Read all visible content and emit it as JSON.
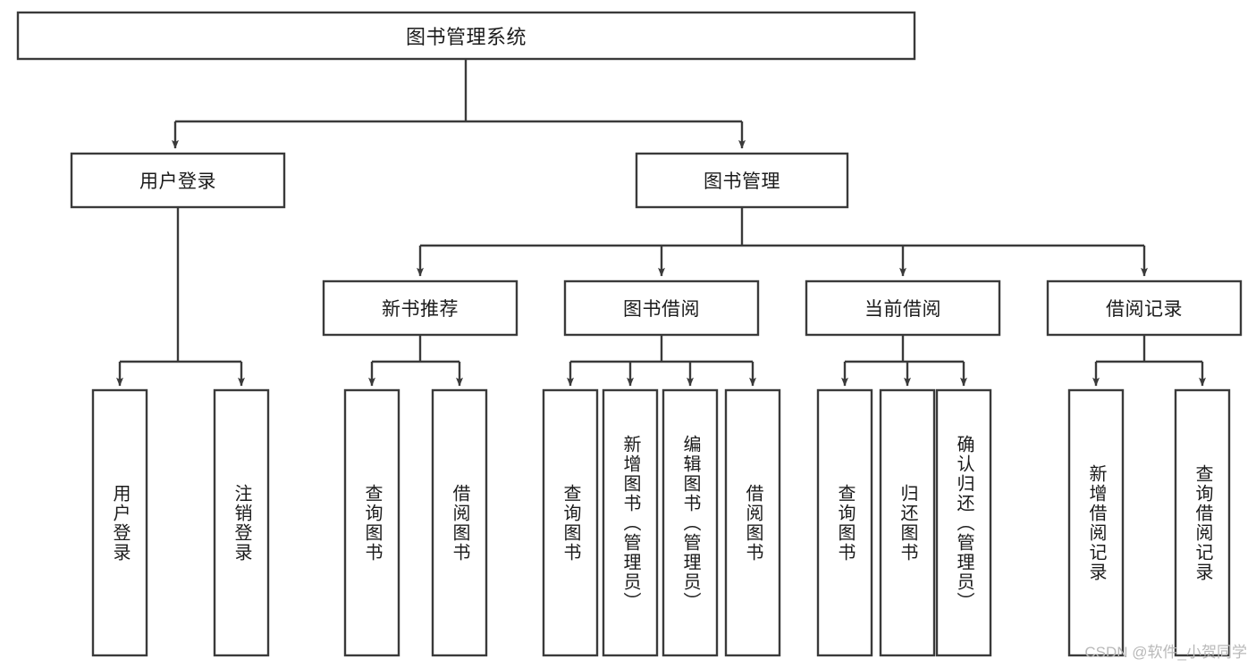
{
  "diagram": {
    "type": "tree-hierarchy",
    "orientation": "top-down",
    "title_node": {
      "label": "图书管理系统"
    },
    "level2": [
      {
        "label": "用户登录"
      },
      {
        "label": "图书管理"
      }
    ],
    "level3": [
      {
        "label": "新书推荐"
      },
      {
        "label": "图书借阅"
      },
      {
        "label": "当前借阅"
      },
      {
        "label": "借阅记录"
      }
    ],
    "leaves": {
      "user_login": [
        {
          "label": "用户登录"
        },
        {
          "label": "注销登录"
        }
      ],
      "new_book_recommend": [
        {
          "label": "查询图书"
        },
        {
          "label": "借阅图书"
        }
      ],
      "book_borrow": [
        {
          "label": "查询图书"
        },
        {
          "label": "新增图书（管理员）"
        },
        {
          "label": "编辑图书（管理员）"
        },
        {
          "label": "借阅图书"
        }
      ],
      "current_borrow": [
        {
          "label": "查询图书"
        },
        {
          "label": "归还图书"
        },
        {
          "label": "确认归还（管理员）"
        }
      ],
      "borrow_record": [
        {
          "label": "新增借阅记录"
        },
        {
          "label": "查询借阅记录"
        }
      ]
    }
  },
  "watermark": {
    "text": "CSDN @软件_小贺同学"
  },
  "colors": {
    "stroke": "#3a3a3a",
    "box_fill": "#ffffff",
    "text": "#1b1b1b",
    "watermark": "#b9b9b9",
    "background": "#ffffff"
  }
}
